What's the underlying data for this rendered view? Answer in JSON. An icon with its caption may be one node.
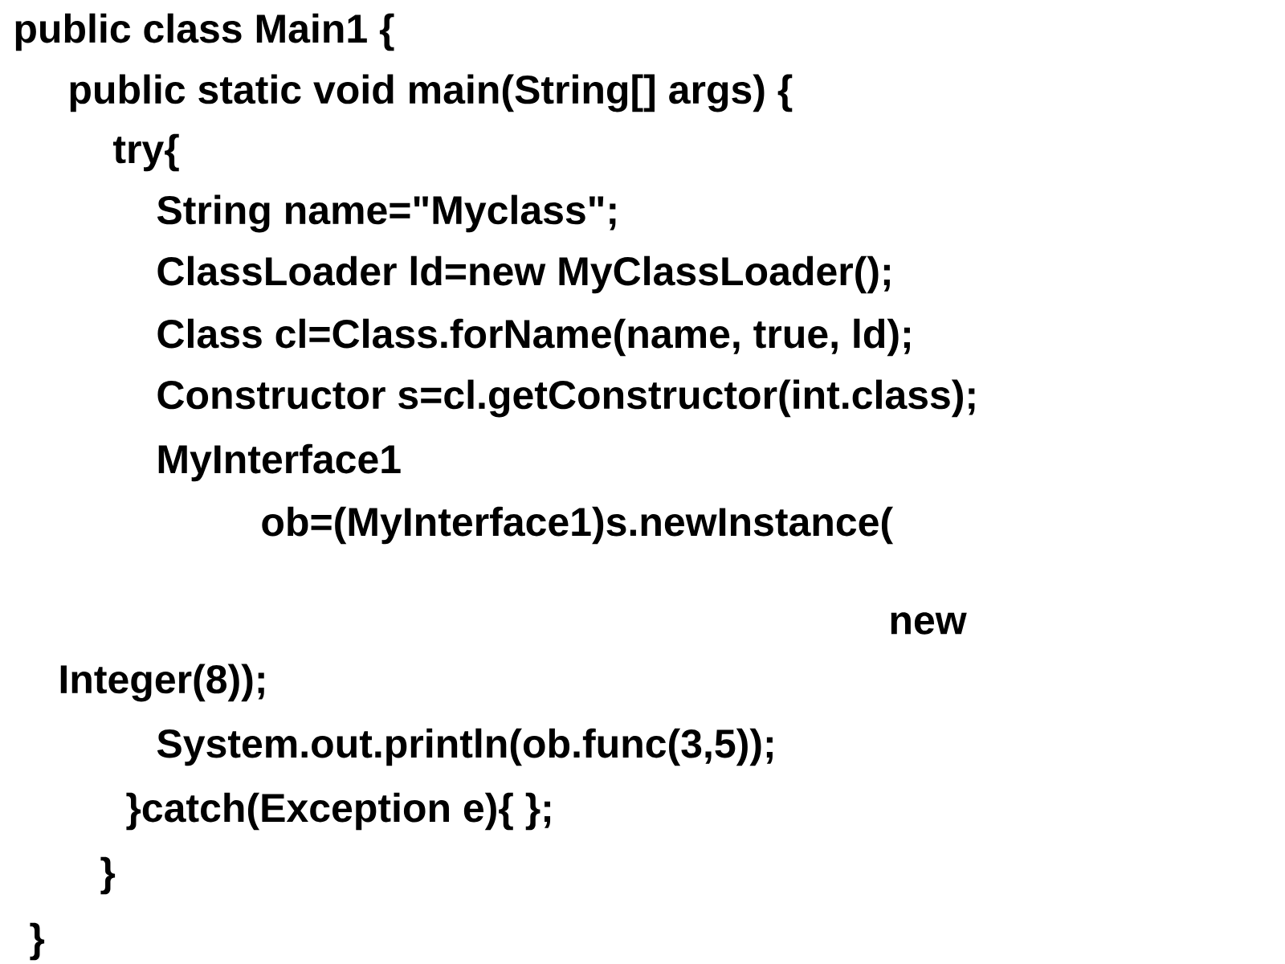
{
  "diagram": {
    "labels": [
      "public class Main1 {",
      "public static void main(String[] args) {",
      "try{",
      "String name=\"Myclass\";",
      "ClassLoader ld=new MyClassLoader();",
      "Class cl=Class.forName(name, true, ld);",
      "Constructor s=cl.getConstructor(int.class);",
      "MyInterface1",
      "ob=(MyInterface1)s.newInstance(",
      "new",
      "Integer(8));",
      "System.out.println(ob.func(3,5));",
      "}catch(Exception e){ };",
      "}",
      "}"
    ]
  }
}
